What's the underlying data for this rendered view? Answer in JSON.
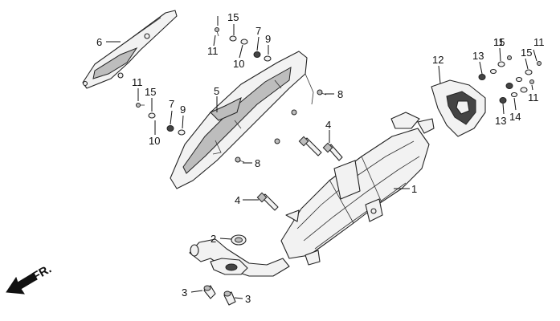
{
  "callouts": {
    "c1": "1",
    "c2": "2",
    "c3a": "3",
    "c3b": "3",
    "c4a": "4",
    "c4b": "4",
    "c5": "5",
    "c6": "6",
    "c7a": "7",
    "c7b": "7",
    "c8a": "8",
    "c8b": "8",
    "c9a": "9",
    "c9b": "9",
    "c10a": "10",
    "c10b": "10",
    "c11a": "11",
    "c11b": "11",
    "c11c": "11",
    "c11d": "11",
    "c11e": "11",
    "c12": "12",
    "c13a": "13",
    "c13b": "13",
    "c14": "14",
    "c15a": "15",
    "c15b": "15",
    "c15c": "15",
    "c15d": "15"
  },
  "direction_label": "FR."
}
